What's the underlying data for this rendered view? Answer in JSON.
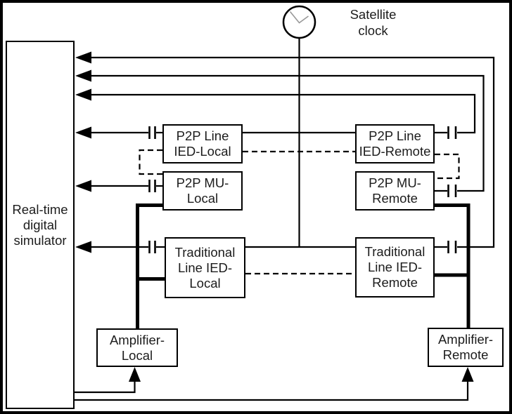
{
  "nodes": {
    "simulator": {
      "lines": [
        "Real-time",
        "digital",
        "simulator"
      ]
    },
    "p2p_line_ied_local": {
      "lines": [
        "P2P Line",
        "IED-Local"
      ]
    },
    "p2p_mu_local": {
      "lines": [
        "P2P MU-",
        "Local"
      ]
    },
    "trad_line_ied_local": {
      "lines": [
        "Traditional",
        "Line IED-",
        "Local"
      ]
    },
    "amplifier_local": {
      "lines": [
        "Amplifier-",
        "Local"
      ]
    },
    "p2p_line_ied_remote": {
      "lines": [
        "P2P Line",
        "IED-Remote"
      ]
    },
    "p2p_mu_remote": {
      "lines": [
        "P2P MU-",
        "Remote"
      ]
    },
    "trad_line_ied_remote": {
      "lines": [
        "Traditional",
        "Line IED-",
        "Remote"
      ]
    },
    "amplifier_remote": {
      "lines": [
        "Amplifier-",
        "Remote"
      ]
    },
    "satellite_clock": {
      "lines": [
        "Satellite",
        "clock"
      ]
    }
  },
  "icons": {
    "satellite_clock": "clock-face-circle",
    "coupler": "capacitor-style double-bar on signal line",
    "arrowhead": "solid black triangle"
  },
  "colors": {
    "line": "#000000",
    "box_border": "#000000",
    "background": "#ffffff",
    "text": "#1c1c1c",
    "clock_hands": "#999999"
  },
  "connections": [
    {
      "from": "trad_line_ied_remote",
      "to": "simulator",
      "style": "solid-arrow-with-coupler"
    },
    {
      "from": "p2p_mu_remote",
      "to": "simulator",
      "style": "solid-arrow-with-coupler"
    },
    {
      "from": "p2p_line_ied_remote",
      "to": "simulator",
      "style": "solid-arrow-with-coupler"
    },
    {
      "from": "p2p_line_ied_local",
      "to": "simulator",
      "style": "solid-arrow-with-coupler"
    },
    {
      "from": "p2p_mu_local",
      "to": "simulator",
      "style": "solid-arrow-with-coupler"
    },
    {
      "from": "trad_line_ied_local",
      "to": "simulator",
      "style": "solid-arrow-with-coupler"
    },
    {
      "from": "simulator",
      "to": "amplifier_local",
      "style": "solid-arrow"
    },
    {
      "from": "simulator",
      "to": "amplifier_remote",
      "style": "solid-arrow"
    },
    {
      "from": "amplifier_local",
      "to": "p2p_mu_local",
      "style": "thick-line"
    },
    {
      "from": "amplifier_local",
      "to": "trad_line_ied_local",
      "style": "thick-line"
    },
    {
      "from": "amplifier_remote",
      "to": "p2p_mu_remote",
      "style": "thick-line"
    },
    {
      "from": "amplifier_remote",
      "to": "trad_line_ied_remote",
      "style": "thick-line"
    },
    {
      "from": "satellite_clock",
      "to": "line_ied_link_bus",
      "style": "solid-line"
    },
    {
      "from": "p2p_line_ied_local",
      "to": "p2p_line_ied_remote",
      "style": "solid-line"
    },
    {
      "from": "trad_line_ied_local",
      "to": "trad_line_ied_remote",
      "style": "solid-line"
    },
    {
      "from": "p2p_line_ied_local",
      "to": "p2p_line_ied_remote",
      "style": "dashed-line"
    },
    {
      "from": "trad_line_ied_local",
      "to": "trad_line_ied_remote",
      "style": "dashed-line"
    },
    {
      "from": "p2p_line_ied_local",
      "to": "p2p_mu_local",
      "style": "dashed-bracket"
    },
    {
      "from": "p2p_line_ied_remote",
      "to": "p2p_mu_remote",
      "style": "dashed-bracket"
    }
  ]
}
